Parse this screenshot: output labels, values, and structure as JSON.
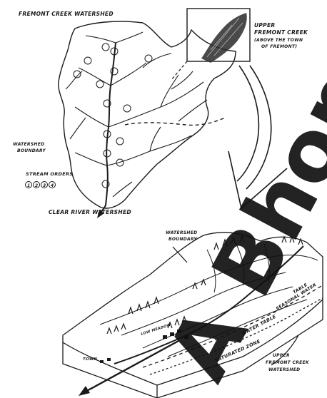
{
  "labels": {
    "top_title": "FREMONT CREEK WATERSHED",
    "upper_title_1": "UPPER",
    "upper_title_2": "FREMONT CREEK",
    "upper_title_3": "(ABOVE THE TOWN",
    "upper_title_4": "OF FREMONT)",
    "boundary_1": "WATERSHED",
    "boundary_2": "BOUNDARY",
    "stream_orders": "STREAM ORDERS",
    "order_1": "1",
    "order_2": "2",
    "order_3": "3",
    "order_4": "4",
    "clear_river": "CLEAR RIVER WATERSHED",
    "wshed_boundary_1": "WATERSHED",
    "wshed_boundary_2": "BOUNDARY",
    "water_table_1": "SEASONAL WATER",
    "water_table_2": "TABLE",
    "water_table": "WATER TABLE",
    "saturated_zone": "SATURATED ZONE",
    "lower_1": "UPPER",
    "lower_2": "FREMONT CREEK",
    "lower_3": "WATERSHED",
    "town": "TOWN",
    "low_meadow": "LOW MEADOW"
  },
  "watermark": {
    "text": "A Bhopal",
    "color": "#000000"
  },
  "colors": {
    "ink": "#1a1a1a",
    "paper": "#ffffff"
  }
}
